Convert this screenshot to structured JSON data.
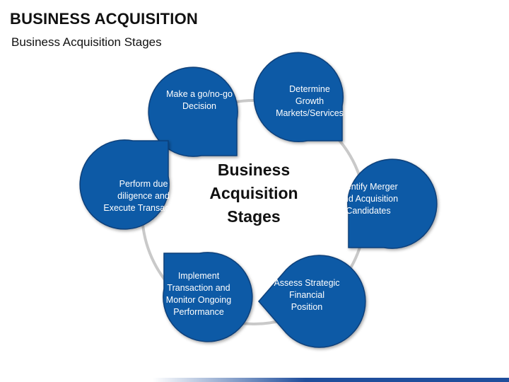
{
  "title": "BUSINESS ACQUISITION",
  "subtitle": "Business Acquisition Stages",
  "center_label": "Business\nAcquisition\nStages",
  "stages": [
    {
      "label": "Make a go/no-go\nDecision"
    },
    {
      "label": "Determine\nGrowth\nMarkets/Services"
    },
    {
      "label": "Identify Merger\nand Acquisition\nCandidates"
    },
    {
      "label": "Assess Strategic\nFinancial\nPosition"
    },
    {
      "label": "Implement\nTransaction and\nMonitor Ongoing\nPerformance"
    },
    {
      "label": "Perform due\ndiligence and\nExecute Transaction"
    }
  ],
  "colors": {
    "stage_fill": "#0b5aa6",
    "stage_edge": "#0a3f7a",
    "connector": "#c9c9c9",
    "bar_accent": "#1f4e9c"
  }
}
